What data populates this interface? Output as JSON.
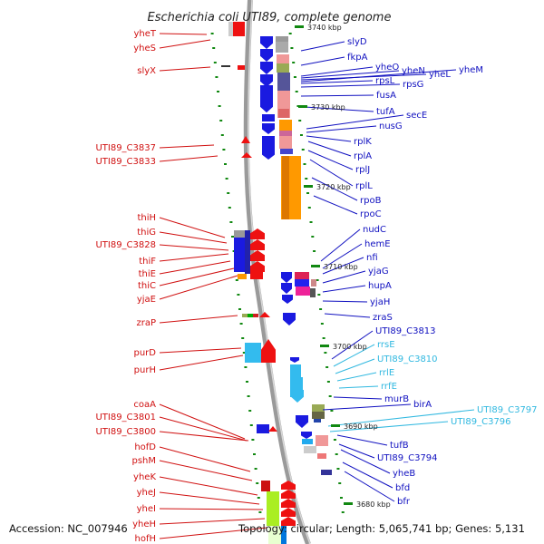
{
  "title": "Escherichia coli UTI89, complete genome",
  "footer": {
    "accession": "Accession: NC_007946",
    "summary": "Topology: circular; Length: 5,065,741 bp; Genes: 5,131"
  },
  "colors": {
    "left_labels": "#d01010",
    "right_labels_coding": "#1010c0",
    "right_labels_rna": "#30b8e0",
    "axis": "#999999",
    "tick": "#118811"
  },
  "kbp_labels": [
    "3740 kbp",
    "3730 kbp",
    "3720 kbp",
    "3710 kbp",
    "3700 kbp",
    "3690 kbp",
    "3680 kbp"
  ],
  "left_genes": [
    "yheT",
    "yheS",
    "slyX",
    "UTI89_C3837",
    "UTI89_C3833",
    "thiH",
    "thiG",
    "UTI89_C3828",
    "thiF",
    "thiE",
    "thiC",
    "yjaE",
    "zraP",
    "purD",
    "purH",
    "coaA",
    "UTI89_C3801",
    "UTI89_C3800",
    "hofD",
    "pshM",
    "yheK",
    "yheJ",
    "yheI",
    "yheH",
    "hofH"
  ],
  "right_genes": [
    "slyD",
    "fkpA",
    "yheO",
    "yheN",
    "yheL",
    "yheM",
    "rpsL",
    "rpsG",
    "fusA",
    "tufA",
    "secE",
    "nusG",
    "rplK",
    "rplA",
    "rplJ",
    "rplL",
    "rpoB",
    "rpoC",
    "nudC",
    "hemE",
    "nfi",
    "yjaG",
    "hupA",
    "yjaH",
    "zraS",
    "UTI89_C3813",
    "rrsE",
    "UTI89_C3810",
    "rrlE",
    "rrfE",
    "murB",
    "birA",
    "UTI89_C3797",
    "UTI89_C3796",
    "tufB",
    "UTI89_C3794",
    "yheB",
    "bfd",
    "bfr"
  ]
}
